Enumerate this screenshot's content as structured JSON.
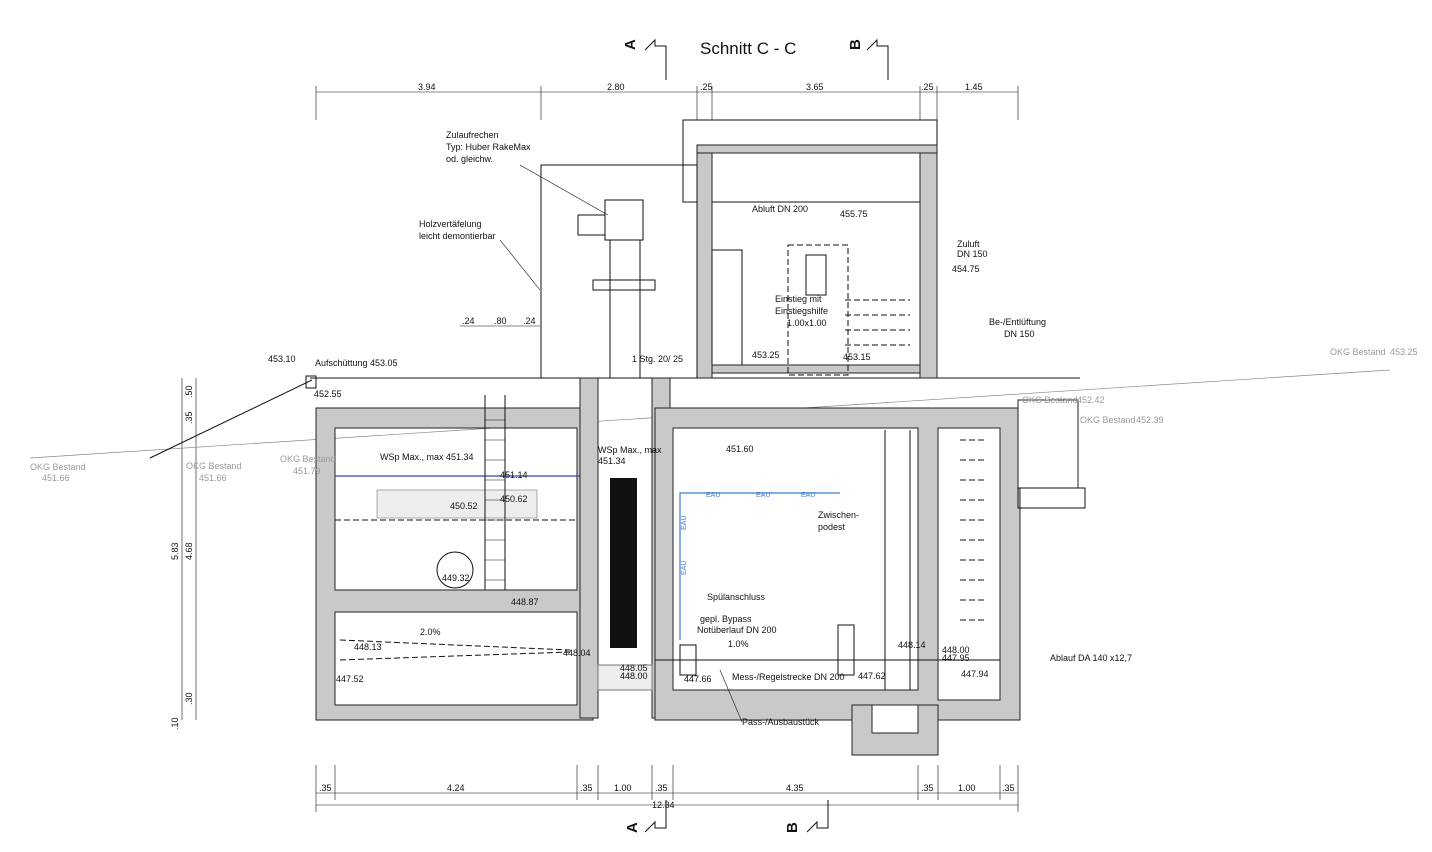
{
  "title": "Schnitt C - C",
  "section_markers": {
    "a_top": "A",
    "b_top": "B",
    "a_bottom": "A",
    "b_bottom": "B"
  },
  "dims_top": [
    "3.94",
    "2.80",
    ".25",
    "3.65",
    ".25",
    "1.45"
  ],
  "dims_bottom": [
    ".35",
    "4.24",
    ".35",
    "1.00",
    ".35",
    "4.35",
    ".35",
    "1.00",
    ".35"
  ],
  "dim_total_bottom": "12.34",
  "dims_small": [
    ".24",
    ".80",
    ".24"
  ],
  "dims_left": [
    ".50",
    ".35",
    "5.83",
    "4.68",
    ".30",
    ".10"
  ],
  "labels": {
    "rake": [
      "Zulaufrechen",
      "Typ: Huber RakeMax",
      "od. gleichw."
    ],
    "cladding": [
      "Holzvertäfelung",
      "leicht demontierbar"
    ],
    "exhaust": "Abluft DN 200",
    "supply": [
      "Zuluft",
      "DN 150"
    ],
    "vent": [
      "Be-/Entlüftung",
      "DN 150"
    ],
    "entry": [
      "Einstieg mit",
      "Einstiegshilfe",
      "1.00x1.00"
    ],
    "step": "1 Stg. 20/ 25",
    "fill": "Aufschüttung 453.05",
    "wsp_left": "WSp  Max., max 451.34",
    "wsp_shaft": [
      "WSp  Max., max",
      "451.34"
    ],
    "platform": [
      "Zwischen-",
      "podest"
    ],
    "flush": "Spülanschluss",
    "bypass": [
      "gepl. Bypass",
      "Notüberlauf DN 200"
    ],
    "measure": "Mess-/Regelstrecke DN 200",
    "fitting": "Pass-/Ausbaustück",
    "outlet": "Ablauf DA 140 x12,7",
    "slope": "2.0%",
    "slope2": "1.0%",
    "eau": "EAU"
  },
  "levels": [
    "453.10",
    "452.55",
    "455.75",
    "454.75",
    "453.25",
    "453.15",
    "451.60",
    "451.14",
    "450.62",
    "450.52",
    "449.32",
    "448.87",
    "448.13",
    "448.04",
    "448.05",
    "448.00",
    "447.52",
    "447.66",
    "447.62",
    "448.14",
    "448.00",
    "447.95",
    "447.94"
  ],
  "okg": [
    {
      "label": "OKG Bestand",
      "value": "451.66"
    },
    {
      "label": "OKG Bestand",
      "value": "451.66"
    },
    {
      "label": "OKG Bestand",
      "value": "451.79"
    },
    {
      "label": "OKG Bestand",
      "value": "452.42"
    },
    {
      "label": "OKG Bestand",
      "value": "452.39"
    },
    {
      "label": "OKG Bestand",
      "value": "453.25"
    }
  ]
}
